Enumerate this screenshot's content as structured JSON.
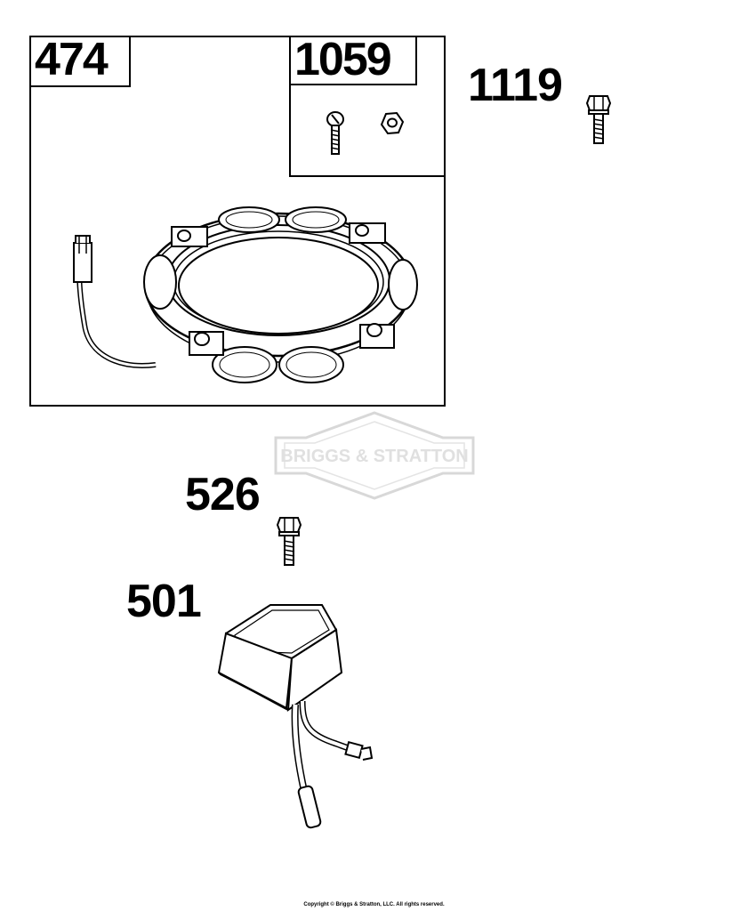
{
  "parts": {
    "stator_kit": {
      "number": "474"
    },
    "hardware_kit": {
      "number": "1059"
    },
    "bolt_top": {
      "number": "1119"
    },
    "bolt_mid": {
      "number": "526"
    },
    "regulator": {
      "number": "501"
    }
  },
  "watermark": {
    "brand": "BRIGGS & STRATTON"
  },
  "footer": {
    "copyright": "Copyright © Briggs & Stratton, LLC. All rights reserved."
  },
  "icons": [
    "screw-icon",
    "nut-icon",
    "bolt-icon",
    "stator-icon",
    "regulator-icon"
  ],
  "colors": {
    "line": "#000000",
    "background": "#ffffff",
    "watermark": "#d8d8d8"
  }
}
